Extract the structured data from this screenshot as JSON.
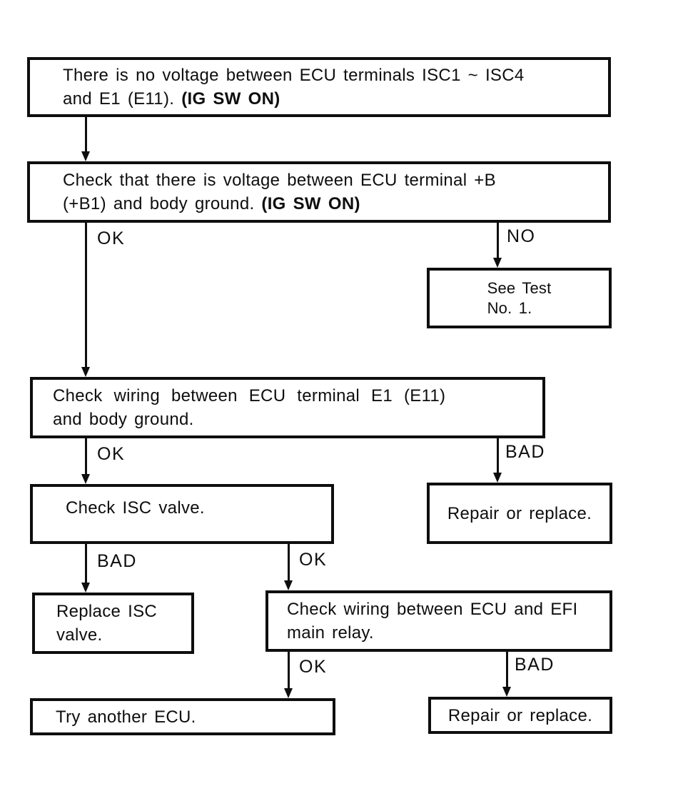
{
  "flowchart": {
    "title": "ECU ISC valve voltage troubleshooting flowchart",
    "ink_color": "#0e0e0e",
    "background_color": "#ffffff",
    "nodes": {
      "problem": {
        "line1": "There is no voltage between ECU terminals ISC1 ~ ISC4",
        "line2": "and E1 (E11). ",
        "line2_bold": "(IG SW ON)"
      },
      "check_b_voltage": {
        "line1": "Check that there is voltage between ECU terminal +B",
        "line2": "(+B1) and body ground. ",
        "line2_bold": "(IG SW ON)"
      },
      "see_test": {
        "line1": "See Test",
        "line2": "No. 1."
      },
      "check_wiring_e1": {
        "line1": "Check wiring between ECU terminal E1 (E11)",
        "line2": "and body ground."
      },
      "check_isc_valve": {
        "text": "Check ISC valve."
      },
      "repair_replace_top": {
        "text": "Repair or replace."
      },
      "replace_isc_valve": {
        "line1": "Replace ISC",
        "line2": "valve."
      },
      "check_wiring_efi": {
        "line1": "Check wiring between ECU and EFI",
        "line2": "main relay."
      },
      "try_another_ecu": {
        "text": "Try another ECU."
      },
      "repair_replace_bottom": {
        "text": "Repair or replace."
      }
    },
    "edge_labels": {
      "check_b_ok": "OK",
      "check_b_no": "NO",
      "wiring_e1_ok": "OK",
      "wiring_e1_bad": "BAD",
      "isc_valve_bad": "BAD",
      "isc_valve_ok": "OK",
      "wiring_efi_ok": "OK",
      "wiring_efi_bad": "BAD"
    }
  }
}
